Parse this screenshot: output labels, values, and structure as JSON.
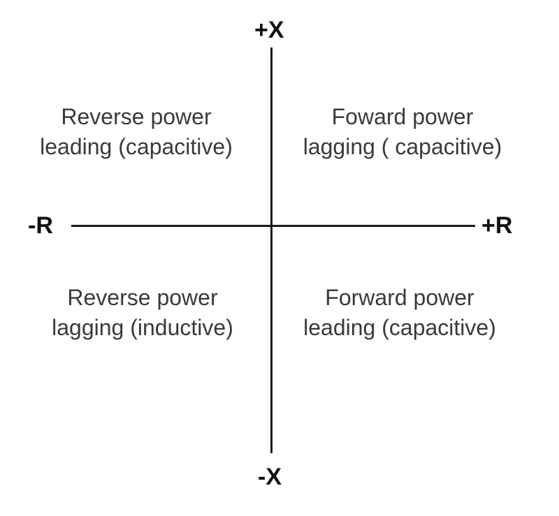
{
  "axes": {
    "positive_x": "+X",
    "negative_x": "-X",
    "negative_r": "-R",
    "positive_r": "+R"
  },
  "quadrants": {
    "top_left": {
      "line1": "Reverse power",
      "line2": "leading (capacitive)"
    },
    "top_right": {
      "line1": "Foward power",
      "line2": "lagging ( capacitive)"
    },
    "bottom_left": {
      "line1": "Reverse power",
      "line2": "lagging (inductive)"
    },
    "bottom_right": {
      "line1": "Forward power",
      "line2": "leading (capacitive)"
    }
  }
}
